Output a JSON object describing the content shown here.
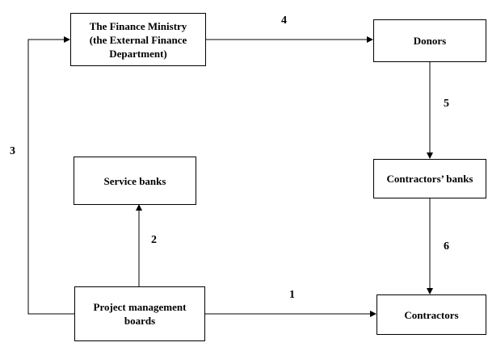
{
  "nodes": {
    "finance_ministry": "The Finance Ministry\n(the External Finance\nDepartment)",
    "donors": "Donors",
    "service_banks": "Service banks",
    "contractors_banks": "Contractors’ banks",
    "project_management_boards": "Project management\nboards",
    "contractors": "Contractors"
  },
  "edge_labels": {
    "pmb_to_contractors": "1",
    "pmb_to_service_banks": "2",
    "pmb_to_finance_ministry": "3",
    "finance_ministry_to_donors": "4",
    "donors_to_contractors_banks": "5",
    "contractors_banks_to_contractors": "6"
  }
}
